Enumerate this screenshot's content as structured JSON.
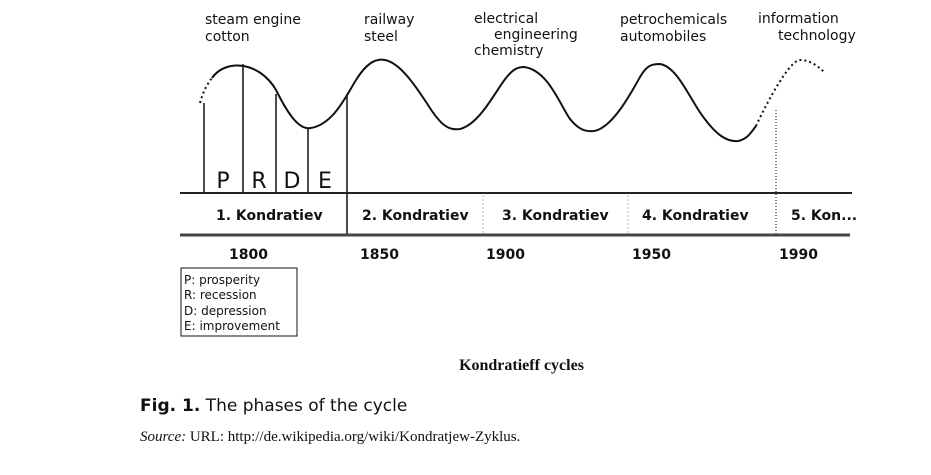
{
  "waves": [
    {
      "line1": "steam engine",
      "line2": "cotton"
    },
    {
      "line1": "railway",
      "line2": "steel"
    },
    {
      "line1": "electrical",
      "line2": "engineering",
      "line3": "chemistry"
    },
    {
      "line1": "petrochemicals",
      "line2": "automobiles"
    },
    {
      "line1": "information",
      "line2": "technology"
    }
  ],
  "phases": [
    "P",
    "R",
    "D",
    "E"
  ],
  "cycles": [
    "1. Kondratiev",
    "2. Kondratiev",
    "3. Kondratiev",
    "4. Kondratiev",
    "5. Kon..."
  ],
  "years": [
    "1800",
    "1850",
    "1900",
    "1950",
    "1990"
  ],
  "legend": [
    "P: prosperity",
    "R: recession",
    "D: depression",
    "E: improvement"
  ],
  "caption": "Kondratieff cycles",
  "figure": {
    "number": "Fig. 1.",
    "text": " The phases of the cycle"
  },
  "source": {
    "label": "Source:",
    "text": " URL: http://de.wikipedia.org/wiki/Kondratjew-Zyklus."
  },
  "colors": {
    "ink": "#111111",
    "rule": "#333333"
  }
}
